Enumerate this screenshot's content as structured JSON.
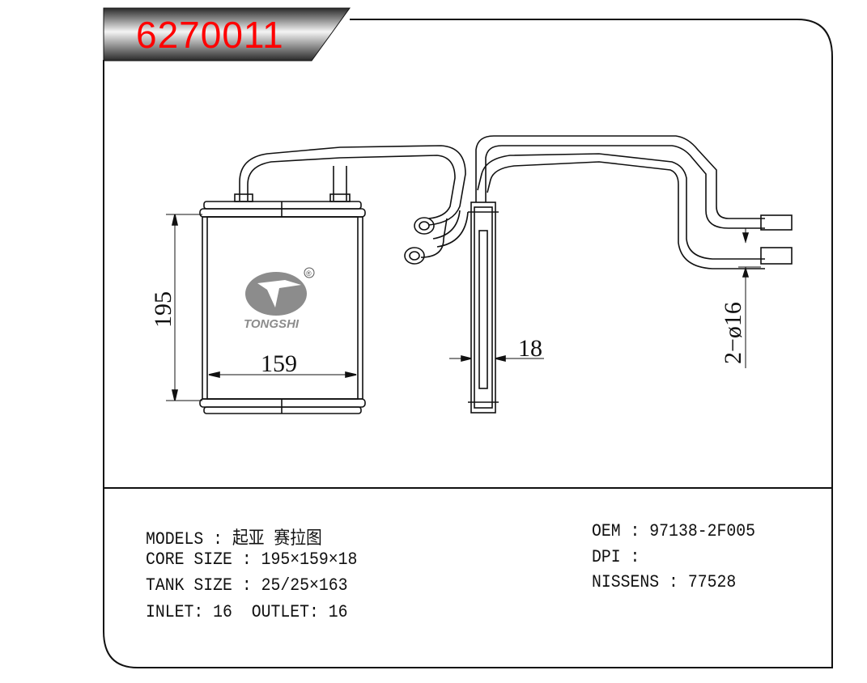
{
  "header": {
    "part_number": "6270011"
  },
  "drawing": {
    "dim_height": "195",
    "dim_width": "159",
    "dim_thickness": "18",
    "dim_pipe": "2−ø16",
    "logo_text": "TONGSHI",
    "logo_mark": "®"
  },
  "specs": {
    "left": [
      {
        "label": "MODELS",
        "value": "起亚 赛拉图"
      },
      {
        "label": "CORE SIZE",
        "value": "195×159×18"
      },
      {
        "label": "TANK SIZE",
        "value": "25/25×163"
      },
      {
        "label": "INLET: 16  OUTLET: 16",
        "value": ""
      }
    ],
    "right": [
      {
        "label": "OEM",
        "value": "97138-2F005"
      },
      {
        "label": "DPI",
        "value": ""
      },
      {
        "label": "NISSENS",
        "value": "77528"
      }
    ]
  },
  "colors": {
    "part_number": "#ff0000",
    "line": "#111111",
    "logo": "#8c8c8c"
  }
}
